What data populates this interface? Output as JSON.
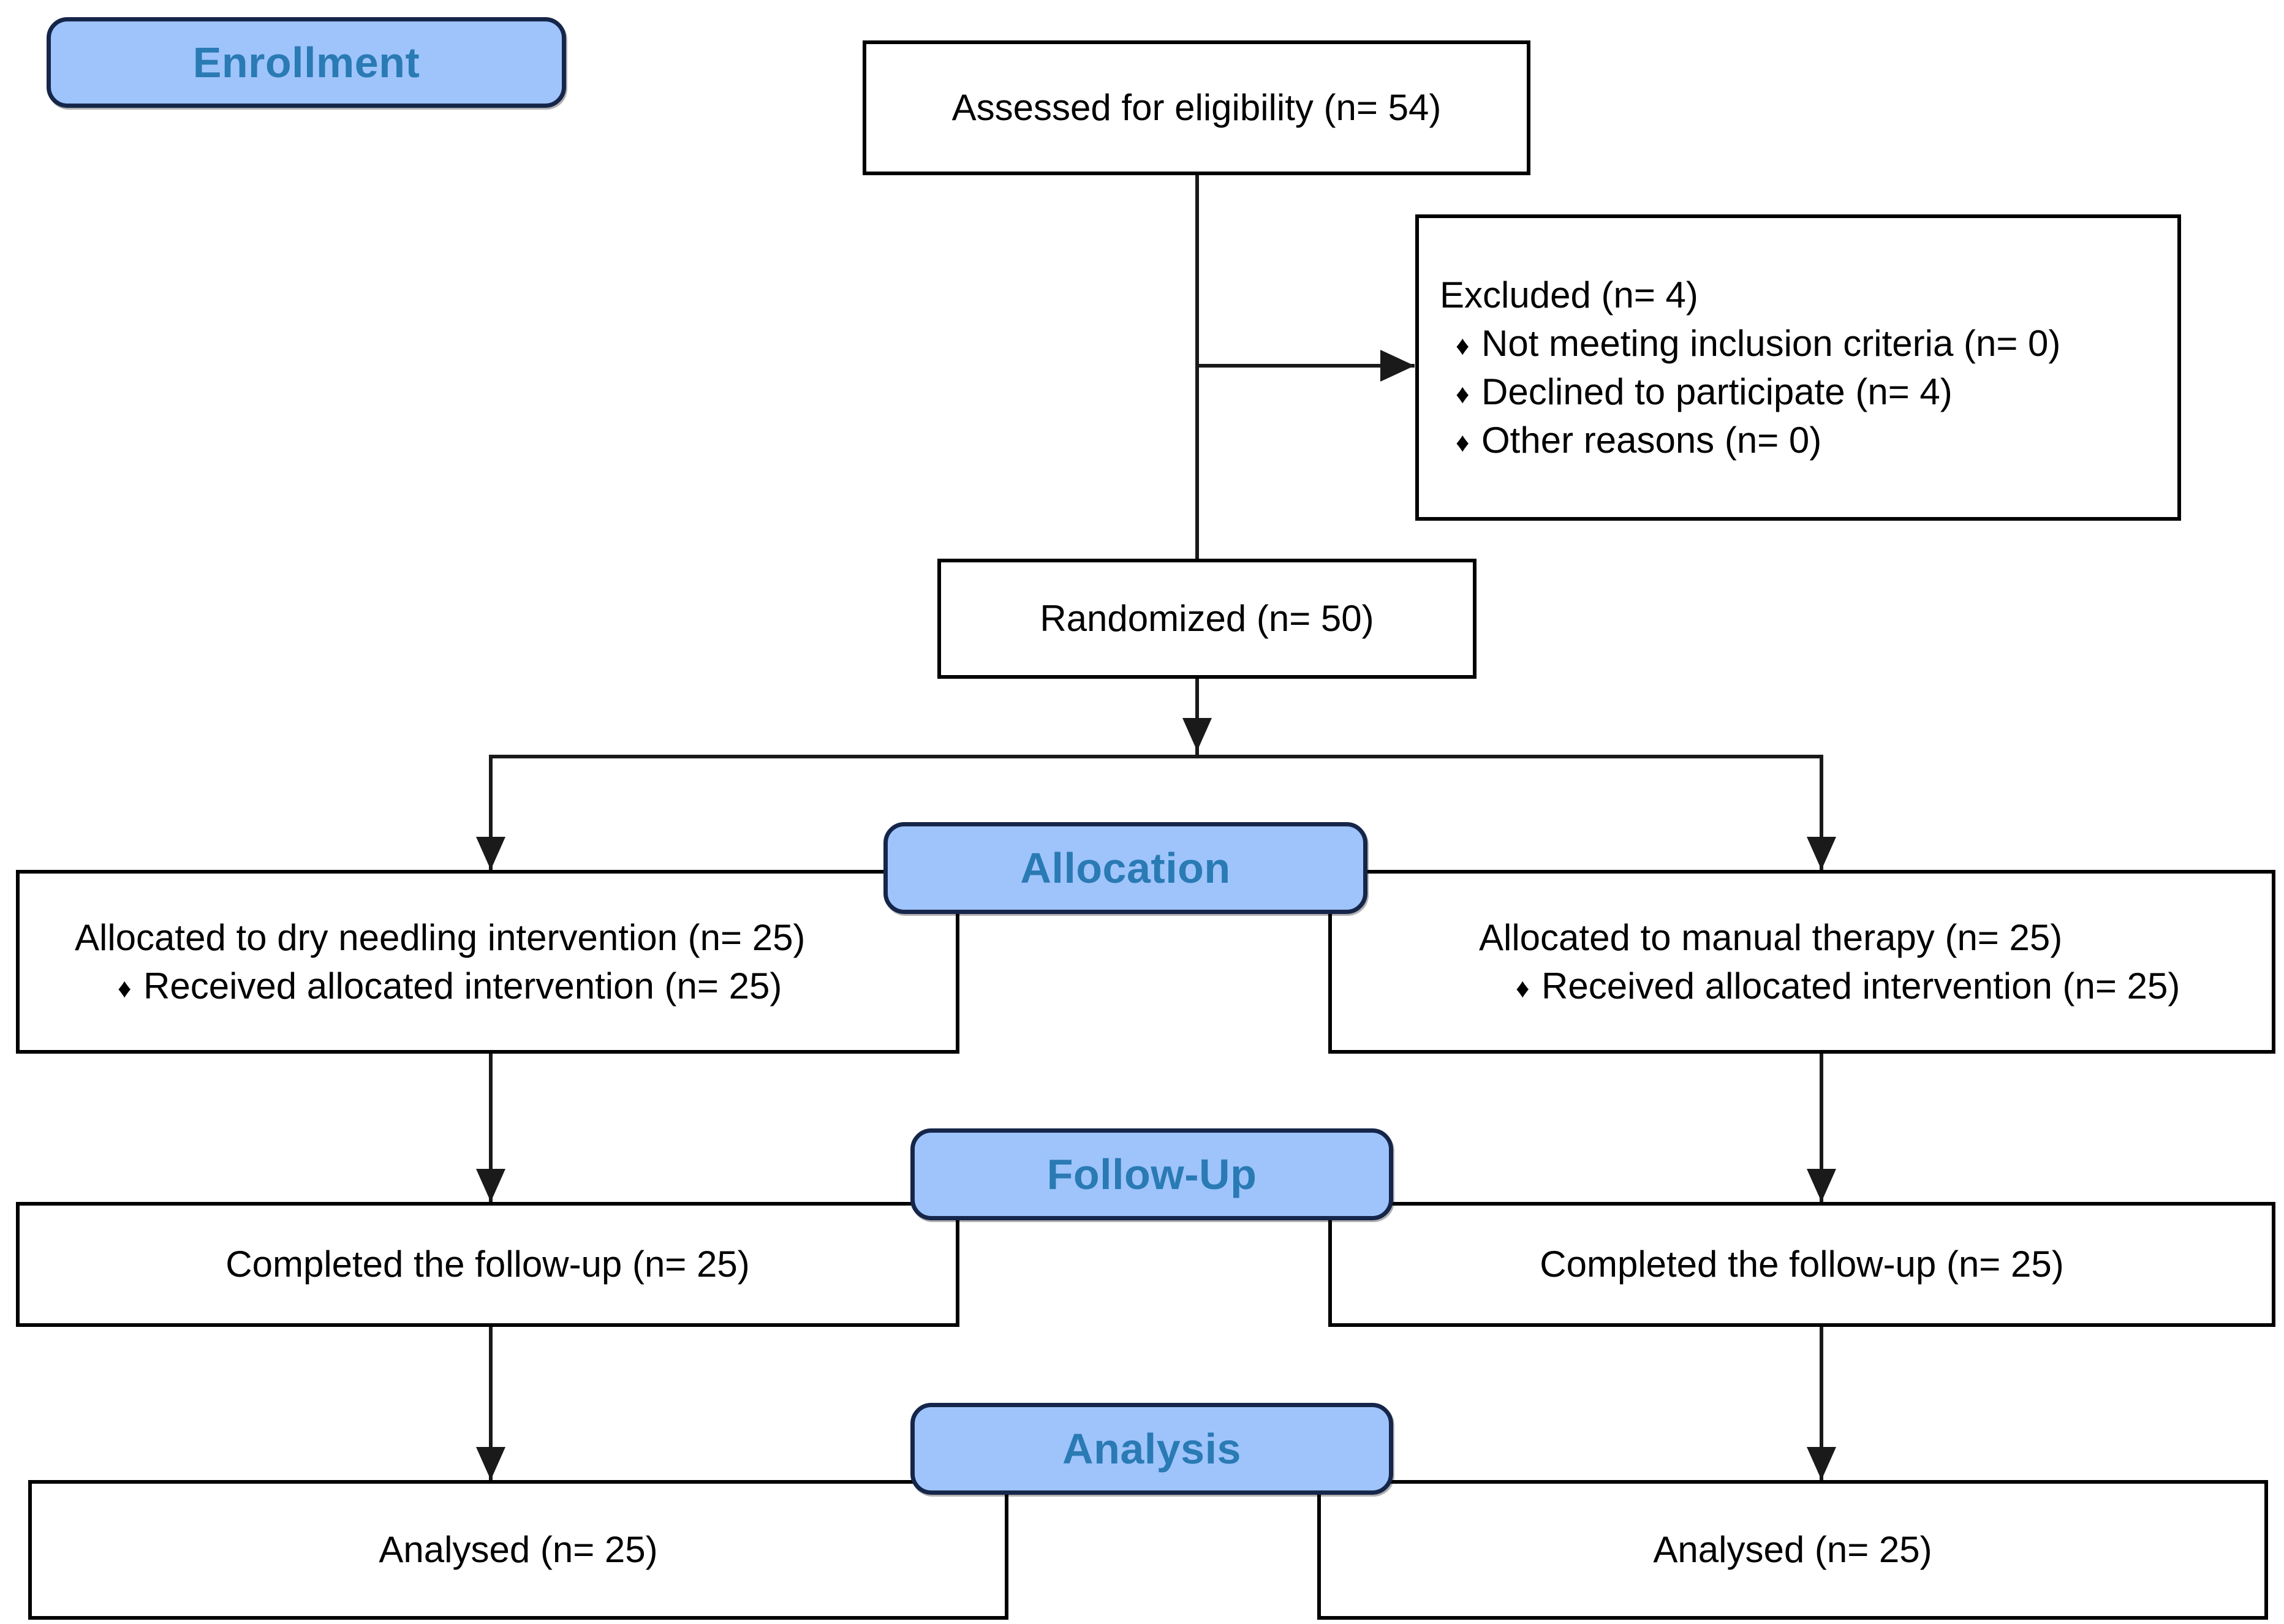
{
  "diagram": {
    "type": "CONSORT participant flow diagram",
    "stages": [
      {
        "key": "enrollment",
        "label": "Enrollment"
      },
      {
        "key": "allocation",
        "label": "Allocation"
      },
      {
        "key": "followup",
        "label": "Follow-Up"
      },
      {
        "key": "analysis",
        "label": "Analysis"
      }
    ],
    "accent_fill": "#9EC4FB",
    "accent_text": "#2A7AB4",
    "accent_border": "#16264A",
    "line_color": "#1A1A1A"
  },
  "nodes": {
    "assessed": {
      "label": "Assessed for eligibility (n= 54)",
      "n": 54
    },
    "excluded": {
      "heading": "Excluded (n= 4)",
      "n": 4,
      "reasons": [
        {
          "label": "Not meeting inclusion criteria (n= 0)",
          "n": 0
        },
        {
          "label": "Declined to participate (n=  4)",
          "n": 4
        },
        {
          "label": "Other reasons (n= 0)",
          "n": 0
        }
      ]
    },
    "randomized": {
      "label": "Randomized (n= 50)",
      "n": 50
    },
    "alloc_left": {
      "label": "Allocated to dry needling intervention (n= 25)",
      "n": 25,
      "sub": [
        {
          "label": "Received allocated intervention (n= 25)",
          "n": 25
        }
      ]
    },
    "alloc_right": {
      "label": "Allocated to manual therapy (n= 25)",
      "n": 25,
      "sub": [
        {
          "label": "Received allocated intervention (n= 25)",
          "n": 25
        }
      ]
    },
    "followup_left": {
      "label": "Completed the follow-up (n= 25)",
      "n": 25
    },
    "followup_right": {
      "label": "Completed the follow-up (n= 25)",
      "n": 25
    },
    "analysis_left": {
      "label": "Analysed (n= 25)",
      "n": 25
    },
    "analysis_right": {
      "label": "Analysed (n= 25)",
      "n": 25
    }
  }
}
